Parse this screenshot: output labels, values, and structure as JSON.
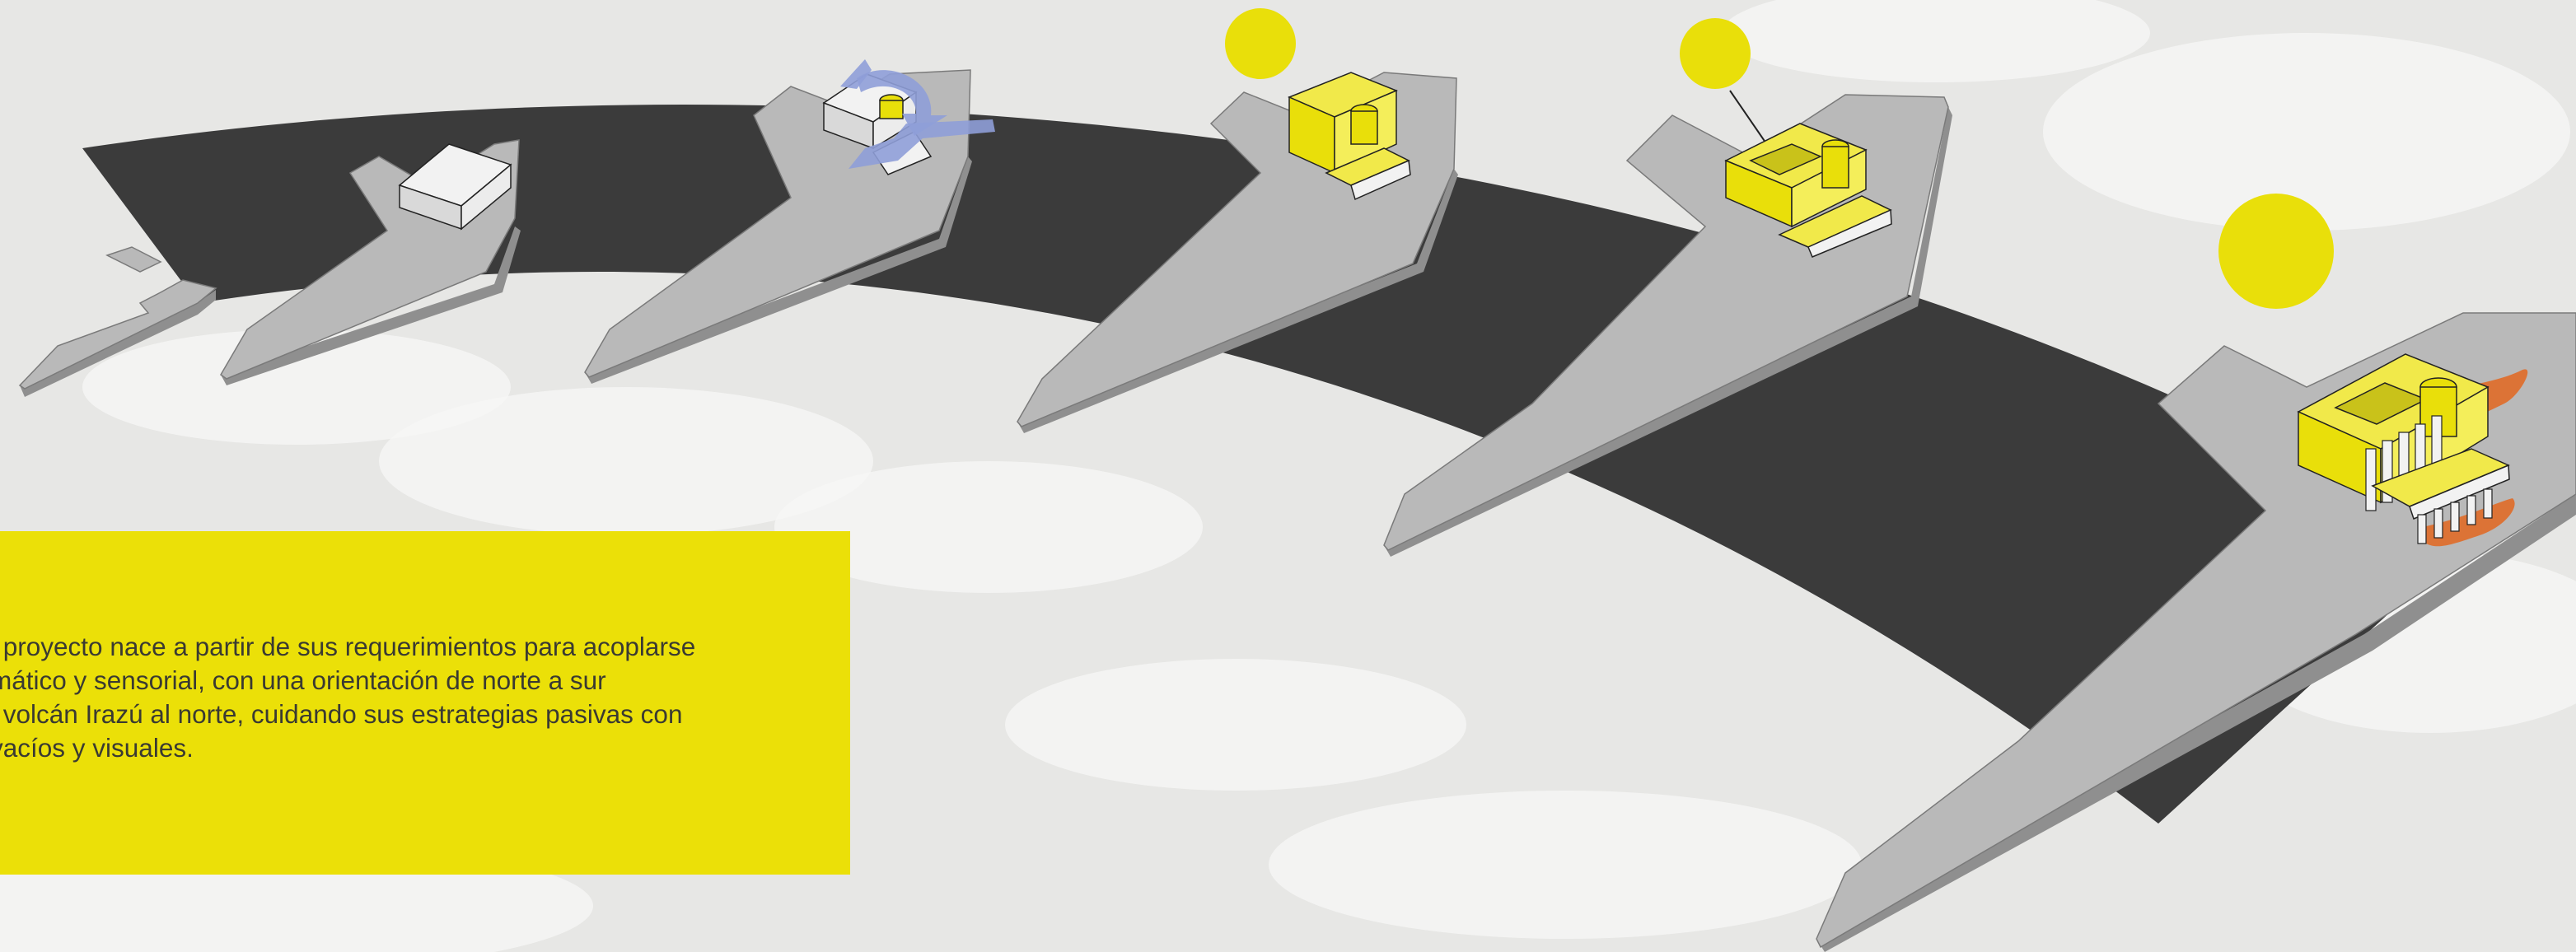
{
  "colors": {
    "background": "#e7e7e5",
    "cloud": "#f6f6f5",
    "arc": "#3b3b3b",
    "platform_top": "#b9b9b9",
    "platform_side": "#8f8f8f",
    "block_white": "#f2f2f2",
    "accent_yellow": "#e9df0a",
    "yellow_light": "#f1e94a",
    "wind_blue": "#8f9fd8",
    "heat_orange": "#e2661f",
    "caption_box": "#ebe008",
    "caption_text": "#3a3a32"
  },
  "stages": [
    {
      "id": 1,
      "elements": []
    },
    {
      "id": 2,
      "elements": [
        "volume"
      ]
    },
    {
      "id": 3,
      "elements": [
        "volume",
        "wind-arrows"
      ]
    },
    {
      "id": 4,
      "elements": [
        "volume",
        "sun"
      ]
    },
    {
      "id": 5,
      "elements": [
        "volume",
        "sun",
        "sun-ray-arrow",
        "courtyard"
      ]
    },
    {
      "id": 6,
      "elements": [
        "volume",
        "sun",
        "courtyard",
        "louvers",
        "heat-zones"
      ]
    }
  ],
  "caption": {
    "lines": [
      "l proyecto nace a partir de sus requerimientos para acoplarse",
      "mático y sensorial, con una orientación de norte a sur",
      "l volcán Irazú al norte, cuidando sus estrategias pasivas con",
      "vacíos y visuales."
    ]
  }
}
